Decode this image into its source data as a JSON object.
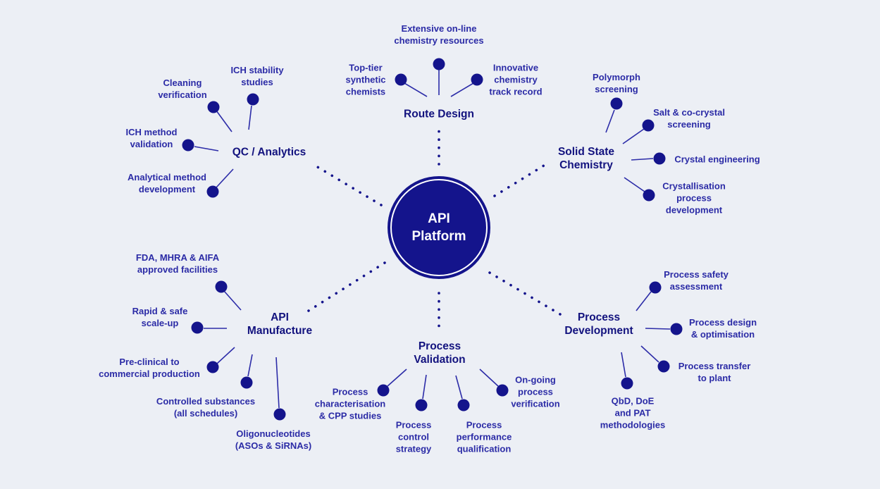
{
  "title": "API Platform diagram",
  "colors": {
    "background": "#ECEFF5",
    "navy": "#14148C",
    "heading_navy": "#12127E",
    "label_blue": "#2B2BA6",
    "hub_text": "#FFFFFF"
  },
  "hub": {
    "title": "API\nPlatform"
  },
  "groups": [
    {
      "id": "route-design",
      "heading": "Route Design",
      "items": [
        {
          "label": "Top-tier\nsynthetic\nchemists"
        },
        {
          "label": "Extensive on-line\nchemistry resources"
        },
        {
          "label": "Innovative\nchemistry\ntrack record"
        }
      ]
    },
    {
      "id": "qc-analytics",
      "heading": "QC / Analytics",
      "items": [
        {
          "label": "Cleaning\nverification"
        },
        {
          "label": "ICH stability\nstudies"
        },
        {
          "label": "ICH method\nvalidation"
        },
        {
          "label": "Analytical method\ndevelopment"
        }
      ]
    },
    {
      "id": "solid-state-chemistry",
      "heading": "Solid State\nChemistry",
      "items": [
        {
          "label": "Polymorph\nscreening"
        },
        {
          "label": "Salt & co-crystal\nscreening"
        },
        {
          "label": "Crystal engineering"
        },
        {
          "label": "Crystallisation\nprocess\ndevelopment"
        }
      ]
    },
    {
      "id": "api-manufacture",
      "heading": "API\nManufacture",
      "items": [
        {
          "label": "FDA, MHRA & AIFA\napproved facilities"
        },
        {
          "label": "Rapid & safe\nscale-up"
        },
        {
          "label": "Pre-clinical to\ncommercial production"
        },
        {
          "label": "Controlled substances\n(all schedules)"
        },
        {
          "label": "Oligonucleotides\n(ASOs & SiRNAs)"
        }
      ]
    },
    {
      "id": "process-validation",
      "heading": "Process\nValidation",
      "items": [
        {
          "label": "Process\ncharacterisation\n& CPP studies"
        },
        {
          "label": "Process\ncontrol\nstrategy"
        },
        {
          "label": "Process\nperformance\nqualification"
        },
        {
          "label": "On-going\nprocess\nverification"
        }
      ]
    },
    {
      "id": "process-development",
      "heading": "Process\nDevelopment",
      "items": [
        {
          "label": "Process safety\nassessment"
        },
        {
          "label": "Process design\n& optimisation"
        },
        {
          "label": "Process transfer\nto plant"
        },
        {
          "label": "QbD, DoE\nand PAT\nmethodologies"
        }
      ]
    }
  ]
}
